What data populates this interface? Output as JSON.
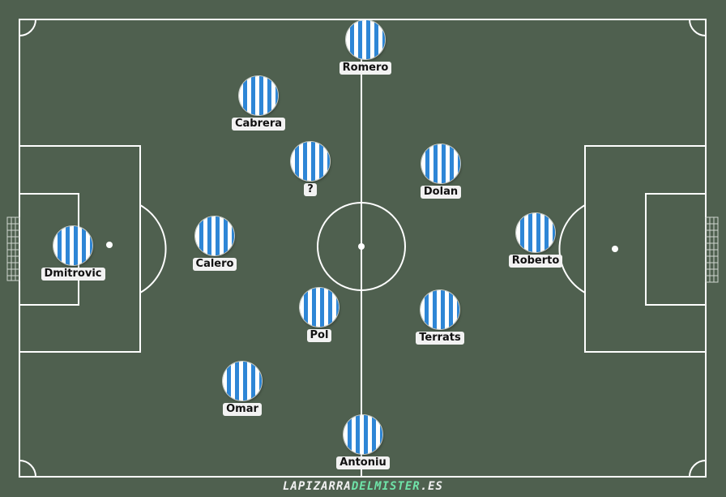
{
  "players": [
    {
      "id": "romero",
      "name": "Romero"
    },
    {
      "id": "cabrera",
      "name": "Cabrera"
    },
    {
      "id": "unknown",
      "name": "?"
    },
    {
      "id": "dolan",
      "name": "Dolan"
    },
    {
      "id": "dmitrovic",
      "name": "Dmitrovic"
    },
    {
      "id": "calero",
      "name": "Calero"
    },
    {
      "id": "roberto",
      "name": "Roberto"
    },
    {
      "id": "pol",
      "name": "Pol"
    },
    {
      "id": "terrats",
      "name": "Terrats"
    },
    {
      "id": "omar",
      "name": "Omar"
    },
    {
      "id": "antoniu",
      "name": "Antoniu"
    }
  ],
  "branding": {
    "part1": "LAPIZARRA",
    "part2": "DELMISTER",
    "part3": ".ES"
  },
  "colors": {
    "pitch": "#4f604f",
    "lines": "#ffffff",
    "shirt_stripe": "#2e86d6",
    "brand_accent": "#6fe3a8"
  }
}
